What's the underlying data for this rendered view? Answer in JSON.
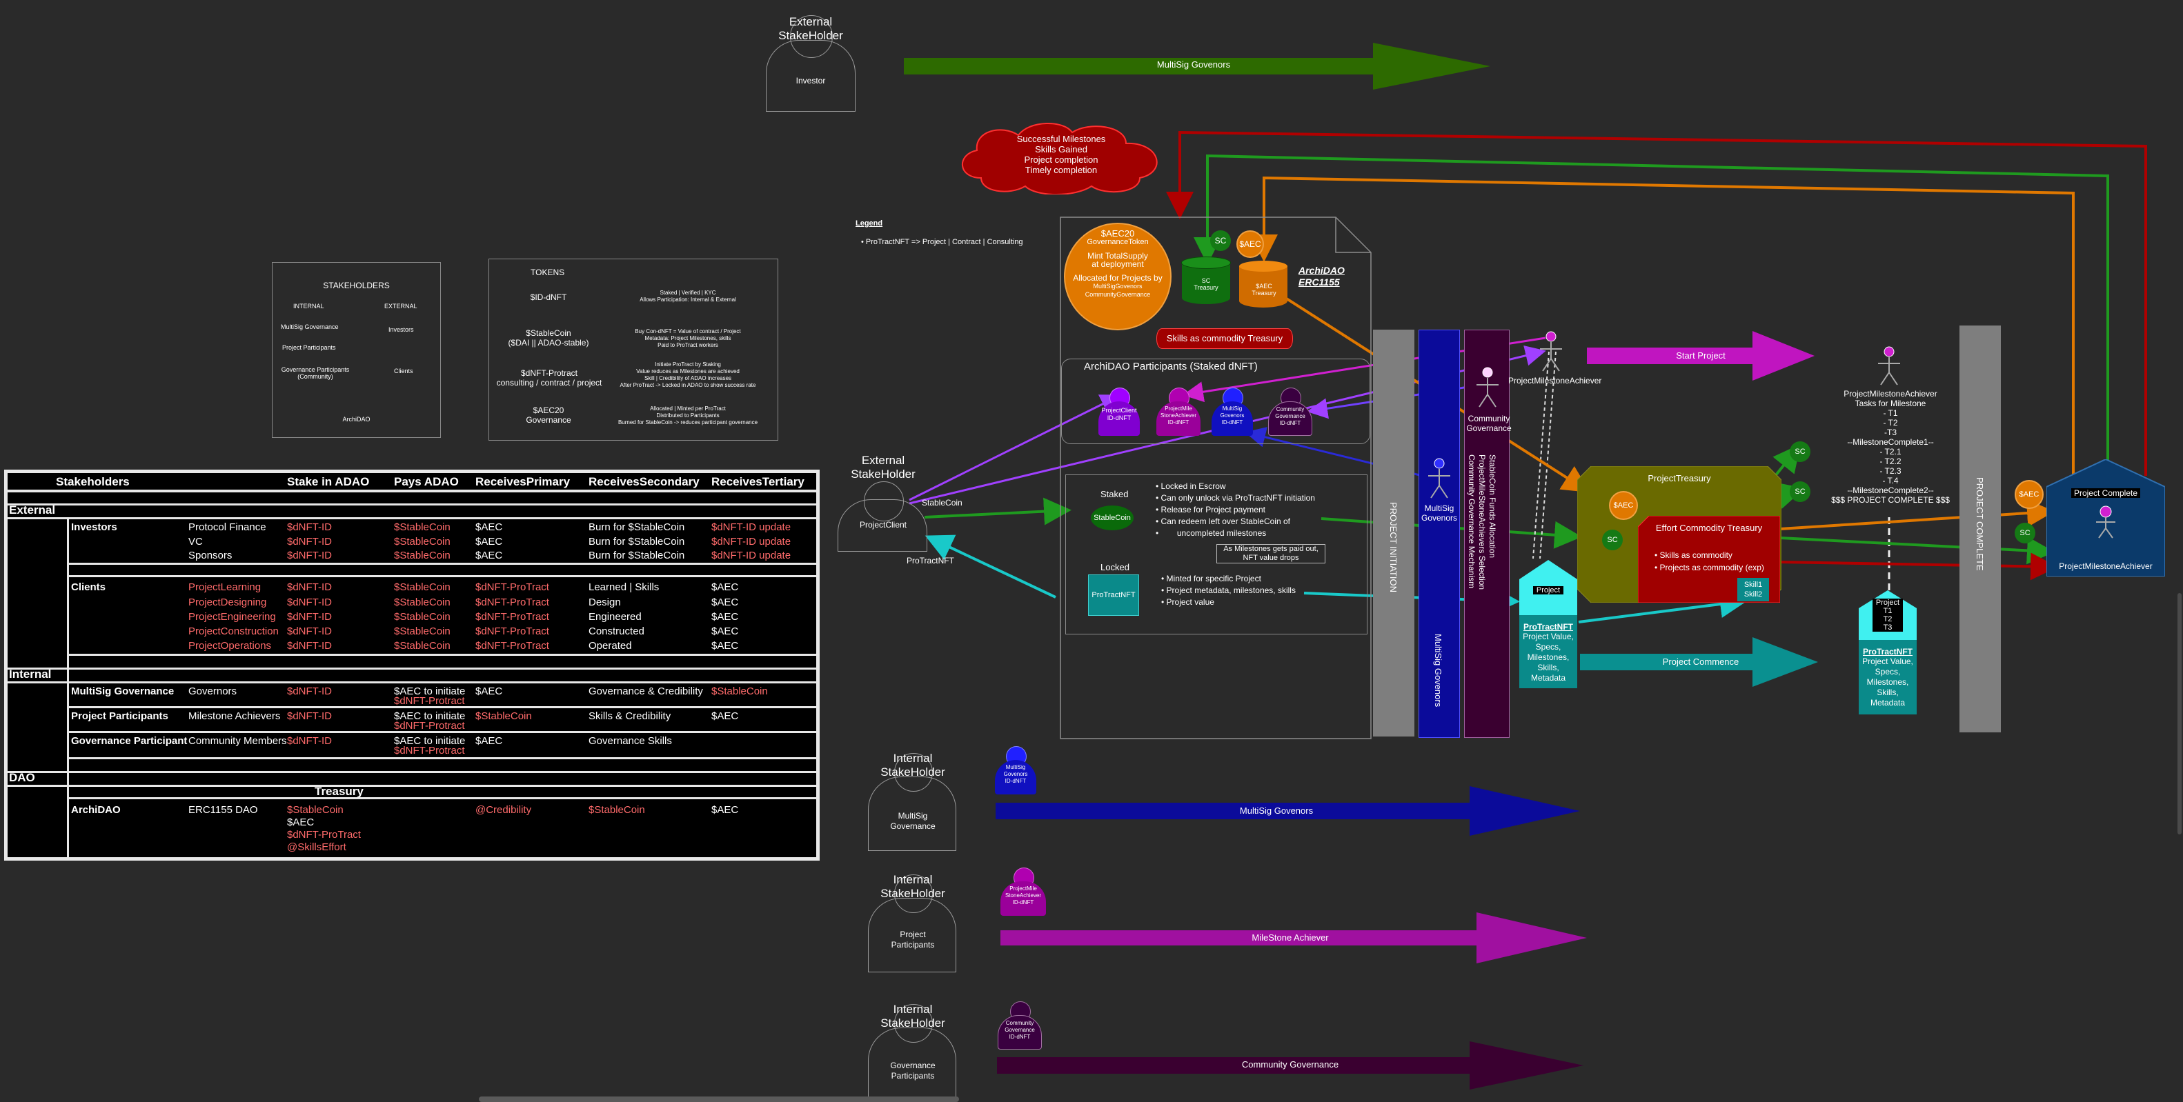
{
  "colors": {
    "bg": "#2a2a2a",
    "green": "#2d6a00",
    "blue": "#0b0b9a",
    "magenta": "#c015c0",
    "purple": "#3a003a",
    "teal": "#0a9090",
    "orange": "#e07800",
    "red": "#a00000"
  },
  "top_investor": {
    "title": "External\nStakeHolder",
    "body": "Investor"
  },
  "arrow_multisig_top": "MultiSig Govenors",
  "cloud": [
    "Successful Milestones",
    "Skills Gained",
    "Project completion",
    "Timely completion"
  ],
  "legend": {
    "title": "Legend",
    "item": "ProTractNFT => Project | Contract | Consulting"
  },
  "stakeholders_box": {
    "title": "STAKEHOLDERS",
    "internal": "INTERNAL",
    "external": "EXTERNAL",
    "rows": [
      [
        "MultiSig Governance",
        "Investors"
      ],
      [
        "Project Participants",
        ""
      ],
      [
        "Governance Participants\n(Community)",
        "Clients"
      ]
    ],
    "footer": "ArchiDAO"
  },
  "tokens_box": {
    "title": "TOKENS",
    "rows": [
      {
        "name": "$ID-dNFT",
        "desc": "Staked | Verified | KYC\nAllows Participation: Internal & External"
      },
      {
        "name": "$StableCoin\n($DAI || ADAO-stable)",
        "desc": "Buy Con-dNFT = Value of contract / Project\nMetadata: Project Milestones, skills\nPaid to ProTract workers"
      },
      {
        "name": "$dNFT-Protract\nconsulting / contract / project",
        "desc": "Initiate ProTract by Staking\nValue reduces as Milestones are achieved\nSkill | Credibility of ADAO increases\nAfter ProTract -> Locked in ADAO to show success rate"
      },
      {
        "name": "$AEC20\nGovernance",
        "desc": "Allocated | Minted per ProTract\nDistributed to Participants\nBurned for StableCoin -> reduces participant governance"
      }
    ]
  },
  "table": {
    "headers": [
      "Stakeholders",
      "Stake in ADAO",
      "Pays ADAO",
      "ReceivesPrimary",
      "ReceivesSecondary",
      "ReceivesTertiary"
    ],
    "sections": {
      "external": "External",
      "internal": "Internal",
      "dao": "DAO"
    },
    "investors": {
      "label": "Investors",
      "rows": [
        [
          "Protocol Finance",
          "$dNFT-ID",
          "$StableCoin",
          "$AEC",
          "Burn for $StableCoin",
          "$dNFT-ID update"
        ],
        [
          "VC",
          "$dNFT-ID",
          "$StableCoin",
          "$AEC",
          "Burn for $StableCoin",
          "$dNFT-ID update"
        ],
        [
          "Sponsors",
          "$dNFT-ID",
          "$StableCoin",
          "$AEC",
          "Burn for $StableCoin",
          "$dNFT-ID update"
        ]
      ]
    },
    "clients": {
      "label": "Clients",
      "rows": [
        [
          "ProjectLearning",
          "$dNFT-ID",
          "$StableCoin",
          "$dNFT-ProTract",
          "Learned | Skills",
          "$AEC"
        ],
        [
          "ProjectDesigning",
          "$dNFT-ID",
          "$StableCoin",
          "$dNFT-ProTract",
          "Design",
          "$AEC"
        ],
        [
          "ProjectEngineering",
          "$dNFT-ID",
          "$StableCoin",
          "$dNFT-ProTract",
          "Engineered",
          "$AEC"
        ],
        [
          "ProjectConstruction",
          "$dNFT-ID",
          "$StableCoin",
          "$dNFT-ProTract",
          "Constructed",
          "$AEC"
        ],
        [
          "ProjectOperations",
          "$dNFT-ID",
          "$StableCoin",
          "$dNFT-ProTract",
          "Operated",
          "$AEC"
        ]
      ]
    },
    "internal_rows": [
      {
        "label": "MultiSig Governance",
        "who": "Governors",
        "stake": "$dNFT-ID",
        "pays": [
          "$AEC to initiate",
          "$dNFT-Protract"
        ],
        "p": "$AEC",
        "s": "Governance & Credibility",
        "t": "$StableCoin"
      },
      {
        "label": "Project Participants",
        "who": "Milestone Achievers",
        "stake": "$dNFT-ID",
        "pays": [
          "$AEC to initiate",
          "$dNFT-Protract"
        ],
        "p": "$StableCoin",
        "s": "Skills & Credibility",
        "t": "$AEC"
      },
      {
        "label": "Governance Participant",
        "who": "Community Members",
        "stake": "$dNFT-ID",
        "pays": [
          "$AEC to initiate",
          "$dNFT-Protract"
        ],
        "p": "$AEC",
        "s": "Governance Skills",
        "t": ""
      }
    ],
    "treasury_header": "Treasury",
    "dao_row": {
      "label": "ArchiDAO",
      "who": "ERC1155 DAO",
      "stake": [
        "$StableCoin",
        "$AEC",
        "$dNFT-ProTract",
        "@SkillsEffort"
      ],
      "p": "@Credibility",
      "s": "$StableCoin",
      "t": "$AEC"
    }
  },
  "ext_client": {
    "title": "External\nStakeHolder",
    "body": "ProjectClient",
    "stablecoin": "StableCoin",
    "protractnft": "ProTractNFT"
  },
  "archidao": {
    "title": "ArchiDAO\nERC1155",
    "aec_circle": [
      "$AEC20",
      "GovernanceToken",
      "",
      "Mint TotalSupply",
      "at deployment",
      "",
      "Allocated for Projects by",
      "MultiSigGovenors",
      "CommunityGovernance"
    ],
    "sc_badge": "SC",
    "aec_badge": "$AEC",
    "sc_treasury": "SC\nTreasury",
    "aec_treasury": "$AEC\nTreasury",
    "skills_treasury": "Skills as commodity Treasury",
    "participants_title": "ArchiDAO Participants (Staked dNFT)",
    "participants": [
      "ProjectClient\nID-dNFT",
      "ProjectMile\nStoneAchiever\nID-dNFT",
      "MultiSig\nGovenors\nID-dNFT",
      "Community\nGovernance\nID-dNFT"
    ],
    "staked": "Staked",
    "stablecoin": "StableCoin",
    "locked": "Locked",
    "protractnft": "ProTractNFT",
    "staked_list": [
      "Locked in Escrow",
      "Can only unlock via ProTractNFT initiation",
      "Release for Project payment",
      "Can redeem left over StableCoin of",
      "uncompleted milestones"
    ],
    "note": "As Milestones gets paid out,\nNFT value drops",
    "locked_list": [
      "Minted for specific Project",
      "Project metadata, milestones, skills",
      "Project value"
    ]
  },
  "bars": {
    "initiation": "PROJECT INITIATION",
    "multisig": "MultiSig Govenors",
    "stablecoin_fund": "StableCoin Funds Allocation\nProjectMileStoneAchievers Selection\nCommunity Governance Mechanism",
    "complete": "PROJECT COMPLETE"
  },
  "actors": {
    "pma": "ProjectMilestoneAchiever",
    "community": "Community\nGovernance",
    "multisig": "MultiSig\nGovenors"
  },
  "start_project": "Start Project",
  "project_commence": "Project Commence",
  "project_house": {
    "label": "Project",
    "nft": "ProTractNFT",
    "desc": [
      "Project Value,",
      "Specs,",
      "Milestones,",
      "Skills,",
      "Metadata"
    ]
  },
  "treasury": {
    "title": "ProjectTreasury",
    "aec": "$AEC",
    "sc": "SC",
    "effort_title": "Effort Commodity Treasury",
    "effort_items": [
      "Skills as commodity",
      "Projects as commodity (exp)"
    ],
    "skills": [
      "Skill1",
      "Skill2"
    ]
  },
  "tasks": [
    "ProjectMilestoneAchiever",
    "Tasks for Milestone",
    "- T1",
    "- T2",
    "-T3",
    "--MilestoneComplete1--",
    "- T2.1",
    "- T2.2",
    "- T2.3",
    "- T.4",
    "--MilestoneComplete2--",
    "$$$ PROJECT COMPLETE $$$"
  ],
  "project_house2": {
    "label": "Project",
    "tasks": [
      "T1",
      "T2",
      "T3"
    ],
    "nft": "ProTractNFT",
    "desc": [
      "Project Value,",
      "Specs,",
      "Milestones,",
      "Skills,",
      "Metadata"
    ]
  },
  "complete_house": {
    "label": "Project Complete",
    "aec": "$AEC",
    "sc": "SC",
    "actor": "ProjectMilestoneAchiever"
  },
  "internal": [
    {
      "title": "Internal\nStakeHolder",
      "body": "MultiSig\nGovernance",
      "badge": "MultiSig\nGovenors\nID-dNFT",
      "arrow": "MultiSig Govenors"
    },
    {
      "title": "Internal\nStakeHolder",
      "body": "Project\nParticipants",
      "badge": "ProjectMile\nStoneAchiever\nID-dNFT",
      "arrow": "MileStone Achiever"
    },
    {
      "title": "Internal\nStakeHolder",
      "body": "Governance\nParticipants",
      "badge": "Community\nGovernance\nID-dNFT",
      "arrow": "Community Governance"
    }
  ]
}
